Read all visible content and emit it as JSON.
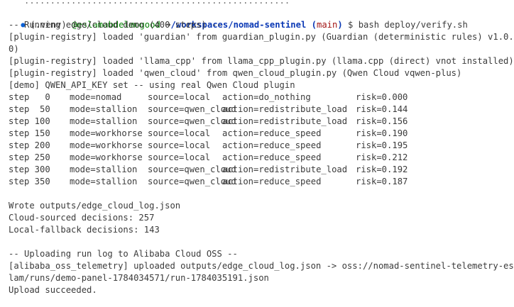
{
  "cut_line": "...................................................",
  "prompt": {
    "venv": "(.venv)",
    "user": "@eslamabdelmogood",
    "arrow": "➜",
    "cwd": "/workspaces/nomad-sentinel",
    "branch_open": "(",
    "branch": "main",
    "branch_close": ")",
    "dollar": "$",
    "command": "bash deploy/verify.sh"
  },
  "header_lines": [
    "-- Running edge/cloud demo (400 steps) --",
    "[plugin-registry] loaded 'guardian' from guardian_plugin.py (Guardian (deterministic rules) v1.0.",
    "0)",
    "[plugin-registry] loaded 'llama_cpp' from llama_cpp_plugin.py (llama.cpp (direct) vnot installed)",
    "[plugin-registry] loaded 'qwen_cloud' from qwen_cloud_plugin.py (Qwen Cloud vqwen-plus)",
    "[demo] QWEN_API_KEY set -- using real Qwen Cloud plugin"
  ],
  "steps": [
    {
      "step": "step   0",
      "mode": "mode=nomad",
      "source": "source=local",
      "action": "action=do_nothing",
      "risk": "risk=0.000"
    },
    {
      "step": "step  50",
      "mode": "mode=stallion",
      "source": "source=qwen_cloud",
      "action": "action=redistribute_load",
      "risk": "risk=0.144"
    },
    {
      "step": "step 100",
      "mode": "mode=stallion",
      "source": "source=qwen_cloud",
      "action": "action=redistribute_load",
      "risk": "risk=0.156"
    },
    {
      "step": "step 150",
      "mode": "mode=workhorse",
      "source": "source=local",
      "action": "action=reduce_speed",
      "risk": "risk=0.190"
    },
    {
      "step": "step 200",
      "mode": "mode=workhorse",
      "source": "source=local",
      "action": "action=reduce_speed",
      "risk": "risk=0.195"
    },
    {
      "step": "step 250",
      "mode": "mode=workhorse",
      "source": "source=local",
      "action": "action=reduce_speed",
      "risk": "risk=0.212"
    },
    {
      "step": "step 300",
      "mode": "mode=stallion",
      "source": "source=qwen_cloud",
      "action": "action=redistribute_load",
      "risk": "risk=0.192"
    },
    {
      "step": "step 350",
      "mode": "mode=stallion",
      "source": "source=qwen_cloud",
      "action": "action=reduce_speed",
      "risk": "risk=0.187"
    }
  ],
  "summary_lines": [
    "Wrote outputs/edge_cloud_log.json",
    "Cloud-sourced decisions: 257",
    "Local-fallback decisions: 143"
  ],
  "upload_lines": [
    "-- Uploading run log to Alibaba Cloud OSS --",
    "[alibaba_oss_telemetry] uploaded outputs/edge_cloud_log.json -> oss://nomad-sentinel-telemetry-es",
    "lam/runs/demo-panel-1784034571/run-1784035191.json",
    "Upload succeeded."
  ],
  "colors": {
    "background": "#ffffff",
    "text": "#3b3b3b",
    "prompt_dot": "#0b61d6",
    "user": "#008000",
    "cwd": "#0b39b5",
    "branch": "#a31515"
  }
}
